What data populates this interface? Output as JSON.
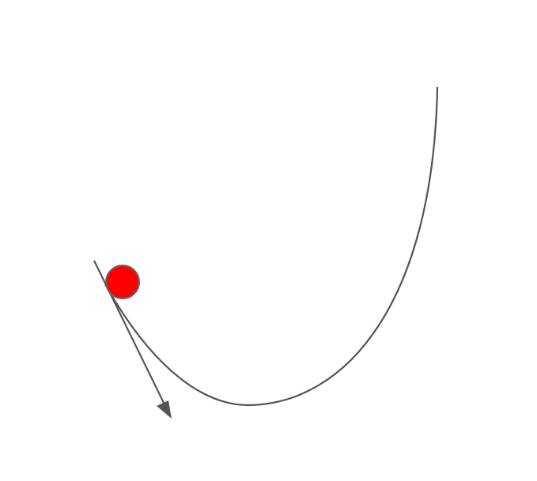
{
  "diagram": {
    "elements": [
      "curved-track",
      "ball",
      "velocity-arrow"
    ],
    "colors": {
      "background": "#ffffff",
      "stroke": "#555555",
      "ball_fill": "#ff0000",
      "ball_stroke": "#666666"
    }
  }
}
